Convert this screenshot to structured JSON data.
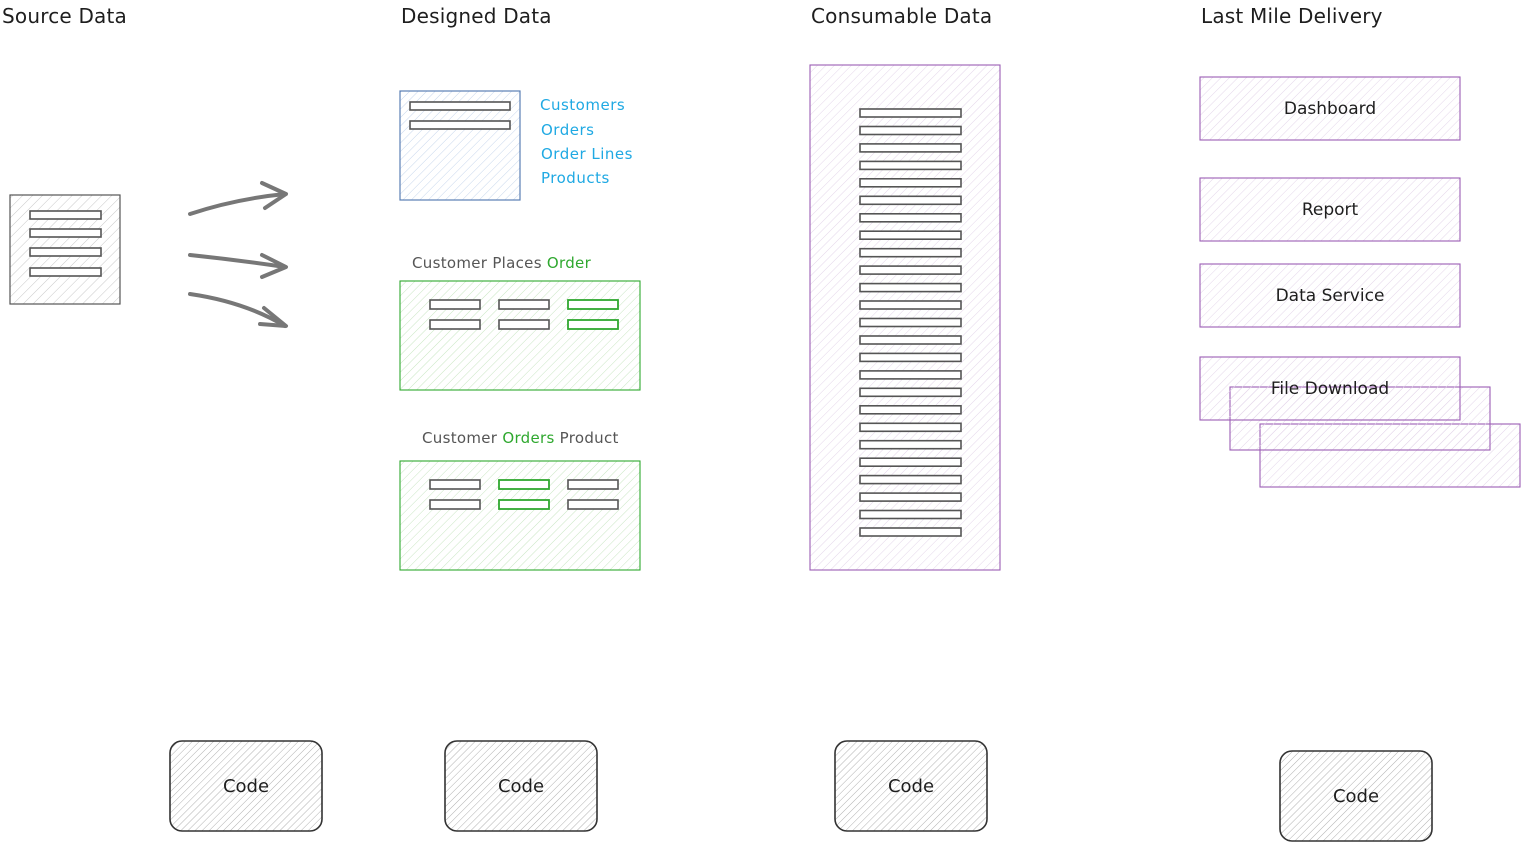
{
  "columns": {
    "source": "Source Data",
    "designed": "Designed Data",
    "consumable": "Consumable Data",
    "delivery": "Last Mile Delivery"
  },
  "designed": {
    "entities": [
      "Customers",
      "Orders",
      "Order Lines",
      "Products"
    ],
    "fact1": {
      "prefix": "Customer Places ",
      "highlight": "Order"
    },
    "fact2": {
      "prefix": "Customer ",
      "highlight": "Orders",
      "suffix": " Product"
    }
  },
  "delivery": {
    "dashboard": "Dashboard",
    "report": "Report",
    "data_service": "Data Service",
    "file_download": "File Download"
  },
  "code_labels": [
    "Code",
    "Code",
    "Code",
    "Code"
  ],
  "colors": {
    "blue": "#1fa9e3",
    "green": "#2fa82f",
    "purple": "#9c5eb5",
    "grey": "#666666",
    "slate": "#5b7fb5"
  }
}
